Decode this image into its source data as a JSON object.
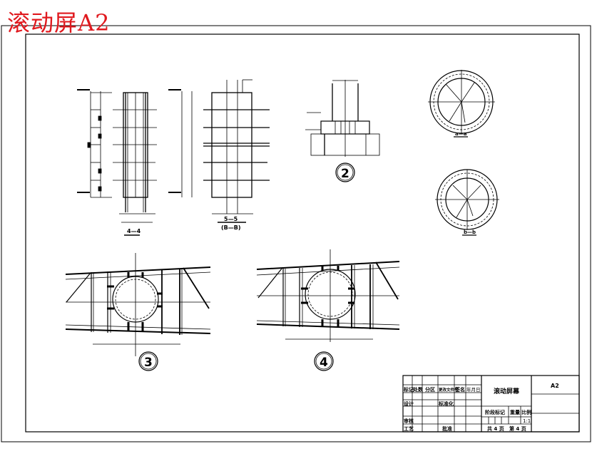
{
  "title": "滚动屏A2",
  "colors": {
    "title": "#e0191e",
    "lines": "#000000",
    "background": "#ffffff"
  },
  "drawing": {
    "section_4_4": "4—4",
    "section_5_5": "5—5",
    "section_5_5_sub": "(B—B)",
    "detail_2": "2",
    "detail_3": "3",
    "detail_4": "4",
    "section_a_a": "a—a",
    "section_b_b": "b—b"
  },
  "title_block": {
    "drawing_name": "滚动屏幕",
    "sheet_size": "A2",
    "headers": [
      "标记",
      "处数",
      "分区",
      "更改文件号",
      "签名",
      "年月日"
    ],
    "design": "设计",
    "standardization": "标准化",
    "review": "审核",
    "process": "工艺",
    "approve": "批准",
    "stage_mark": "阶段标记",
    "weight": "重量",
    "scale_label": "比例",
    "scale": "1:1",
    "total_pages": "共 4 页",
    "page": "第 4 页"
  }
}
